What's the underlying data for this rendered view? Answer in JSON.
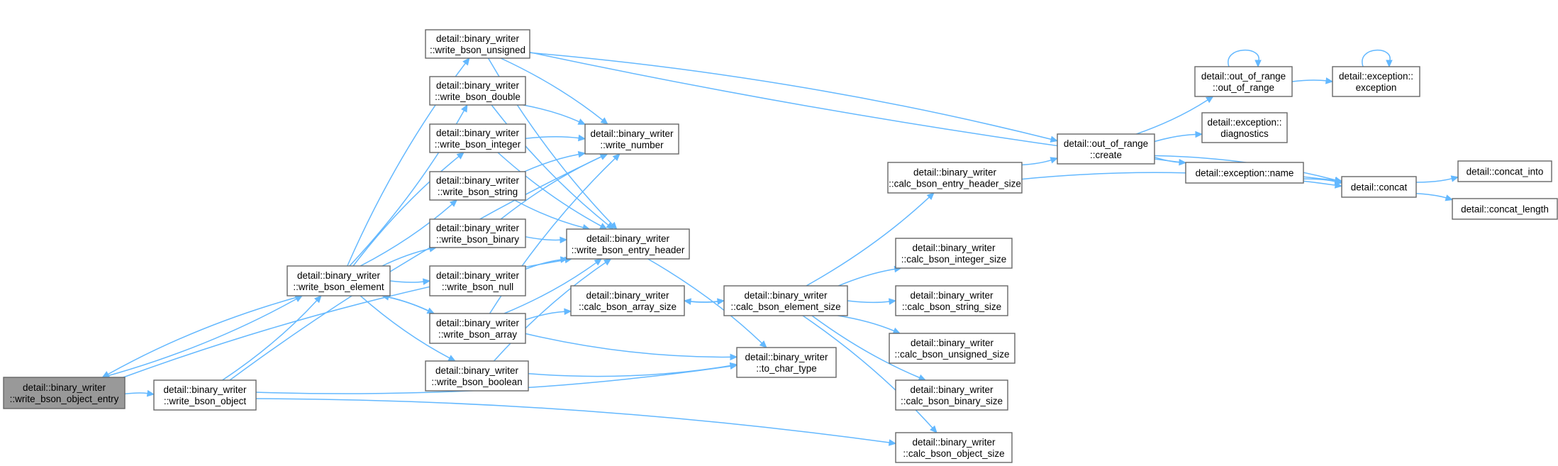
{
  "diagram": {
    "nodes": [
      {
        "id": "write_bson_object_entry",
        "lines": [
          "detail::binary_writer",
          "::write_bson_object_entry"
        ],
        "highlighted": true
      },
      {
        "id": "write_bson_object",
        "lines": [
          "detail::binary_writer",
          "::write_bson_object"
        ]
      },
      {
        "id": "write_bson_element",
        "lines": [
          "detail::binary_writer",
          "::write_bson_element"
        ]
      },
      {
        "id": "write_bson_unsigned",
        "lines": [
          "detail::binary_writer",
          "::write_bson_unsigned"
        ]
      },
      {
        "id": "write_bson_double",
        "lines": [
          "detail::binary_writer",
          "::write_bson_double"
        ]
      },
      {
        "id": "write_bson_integer",
        "lines": [
          "detail::binary_writer",
          "::write_bson_integer"
        ]
      },
      {
        "id": "write_bson_string",
        "lines": [
          "detail::binary_writer",
          "::write_bson_string"
        ]
      },
      {
        "id": "write_bson_binary",
        "lines": [
          "detail::binary_writer",
          "::write_bson_binary"
        ]
      },
      {
        "id": "write_bson_null",
        "lines": [
          "detail::binary_writer",
          "::write_bson_null"
        ]
      },
      {
        "id": "write_bson_array",
        "lines": [
          "detail::binary_writer",
          "::write_bson_array"
        ]
      },
      {
        "id": "write_bson_boolean",
        "lines": [
          "detail::binary_writer",
          "::write_bson_boolean"
        ]
      },
      {
        "id": "write_number",
        "lines": [
          "detail::binary_writer",
          "::write_number"
        ]
      },
      {
        "id": "write_bson_entry_header",
        "lines": [
          "detail::binary_writer",
          "::write_bson_entry_header"
        ]
      },
      {
        "id": "calc_bson_array_size",
        "lines": [
          "detail::binary_writer",
          "::calc_bson_array_size"
        ]
      },
      {
        "id": "to_char_type",
        "lines": [
          "detail::binary_writer",
          "::to_char_type"
        ]
      },
      {
        "id": "calc_bson_element_size",
        "lines": [
          "detail::binary_writer",
          "::calc_bson_element_size"
        ]
      },
      {
        "id": "calc_bson_entry_header_size",
        "lines": [
          "detail::binary_writer",
          "::calc_bson_entry_header_size"
        ]
      },
      {
        "id": "calc_bson_integer_size",
        "lines": [
          "detail::binary_writer",
          "::calc_bson_integer_size"
        ]
      },
      {
        "id": "calc_bson_string_size",
        "lines": [
          "detail::binary_writer",
          "::calc_bson_string_size"
        ]
      },
      {
        "id": "calc_bson_unsigned_size",
        "lines": [
          "detail::binary_writer",
          "::calc_bson_unsigned_size"
        ]
      },
      {
        "id": "calc_bson_binary_size",
        "lines": [
          "detail::binary_writer",
          "::calc_bson_binary_size"
        ]
      },
      {
        "id": "calc_bson_object_size",
        "lines": [
          "detail::binary_writer",
          "::calc_bson_object_size"
        ]
      },
      {
        "id": "out_of_range_create",
        "lines": [
          "detail::out_of_range",
          "::create"
        ]
      },
      {
        "id": "out_of_range_ctor",
        "lines": [
          "detail::out_of_range",
          "::out_of_range"
        ]
      },
      {
        "id": "exception_diagnostics",
        "lines": [
          "detail::exception::",
          "diagnostics"
        ]
      },
      {
        "id": "exception_name",
        "lines": [
          "detail::exception::name"
        ]
      },
      {
        "id": "exception_ctor",
        "lines": [
          "detail::exception::",
          "exception"
        ]
      },
      {
        "id": "concat",
        "lines": [
          "detail::concat"
        ]
      },
      {
        "id": "concat_into",
        "lines": [
          "detail::concat_into"
        ]
      },
      {
        "id": "concat_length",
        "lines": [
          "detail::concat_length"
        ]
      }
    ],
    "edges": [
      [
        "write_bson_object_entry",
        "write_bson_object"
      ],
      [
        "write_bson_object_entry",
        "write_bson_element"
      ],
      [
        "write_bson_object_entry",
        "write_bson_entry_header"
      ],
      [
        "write_bson_object",
        "write_bson_element"
      ],
      [
        "write_bson_object",
        "write_number"
      ],
      [
        "write_bson_object",
        "to_char_type"
      ],
      [
        "write_bson_object",
        "calc_bson_object_size"
      ],
      [
        "write_bson_element",
        "write_bson_object_entry"
      ],
      [
        "write_bson_element",
        "write_bson_unsigned"
      ],
      [
        "write_bson_element",
        "write_bson_double"
      ],
      [
        "write_bson_element",
        "write_bson_integer"
      ],
      [
        "write_bson_element",
        "write_bson_string"
      ],
      [
        "write_bson_element",
        "write_bson_binary"
      ],
      [
        "write_bson_element",
        "write_bson_null"
      ],
      [
        "write_bson_element",
        "write_bson_array"
      ],
      [
        "write_bson_element",
        "write_bson_boolean"
      ],
      [
        "write_bson_unsigned",
        "write_number"
      ],
      [
        "write_bson_unsigned",
        "write_bson_entry_header"
      ],
      [
        "write_bson_unsigned",
        "out_of_range_create"
      ],
      [
        "write_bson_unsigned",
        "concat"
      ],
      [
        "write_bson_double",
        "write_number"
      ],
      [
        "write_bson_double",
        "write_bson_entry_header"
      ],
      [
        "write_bson_integer",
        "write_number"
      ],
      [
        "write_bson_integer",
        "write_bson_entry_header"
      ],
      [
        "write_bson_string",
        "write_number"
      ],
      [
        "write_bson_string",
        "write_bson_entry_header"
      ],
      [
        "write_bson_binary",
        "write_number"
      ],
      [
        "write_bson_binary",
        "write_bson_entry_header"
      ],
      [
        "write_bson_null",
        "write_bson_entry_header"
      ],
      [
        "write_bson_array",
        "write_bson_element"
      ],
      [
        "write_bson_array",
        "write_number"
      ],
      [
        "write_bson_array",
        "write_bson_entry_header"
      ],
      [
        "write_bson_array",
        "calc_bson_array_size"
      ],
      [
        "write_bson_array",
        "to_char_type"
      ],
      [
        "write_bson_boolean",
        "write_bson_entry_header"
      ],
      [
        "write_bson_boolean",
        "to_char_type"
      ],
      [
        "write_bson_entry_header",
        "to_char_type"
      ],
      [
        "calc_bson_array_size",
        "calc_bson_element_size"
      ],
      [
        "calc_bson_element_size",
        "calc_bson_array_size"
      ],
      [
        "calc_bson_element_size",
        "calc_bson_entry_header_size"
      ],
      [
        "calc_bson_element_size",
        "calc_bson_integer_size"
      ],
      [
        "calc_bson_element_size",
        "calc_bson_string_size"
      ],
      [
        "calc_bson_element_size",
        "calc_bson_unsigned_size"
      ],
      [
        "calc_bson_element_size",
        "calc_bson_binary_size"
      ],
      [
        "calc_bson_element_size",
        "calc_bson_object_size"
      ],
      [
        "calc_bson_entry_header_size",
        "out_of_range_create"
      ],
      [
        "calc_bson_entry_header_size",
        "concat"
      ],
      [
        "out_of_range_create",
        "out_of_range_ctor"
      ],
      [
        "out_of_range_create",
        "exception_diagnostics"
      ],
      [
        "out_of_range_create",
        "exception_name"
      ],
      [
        "out_of_range_create",
        "concat"
      ],
      [
        "out_of_range_ctor",
        "out_of_range_ctor"
      ],
      [
        "out_of_range_ctor",
        "exception_ctor"
      ],
      [
        "exception_ctor",
        "exception_ctor"
      ],
      [
        "exception_name",
        "concat"
      ],
      [
        "concat",
        "concat_into"
      ],
      [
        "concat",
        "concat_length"
      ]
    ]
  }
}
